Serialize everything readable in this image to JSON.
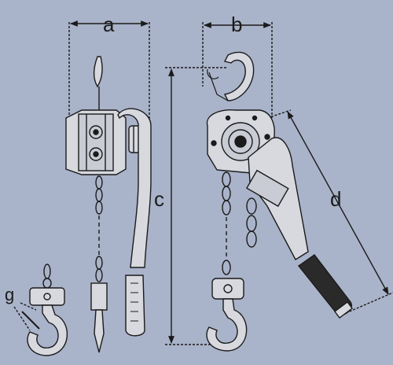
{
  "diagram": {
    "background": "#a9b3c9",
    "ink": "#1b1b1b",
    "body_fill": "#d7d9df",
    "grip_fill": "#2a2a2a",
    "labels": {
      "a": "a",
      "b": "b",
      "c": "c",
      "d": "d",
      "g": "g"
    }
  }
}
